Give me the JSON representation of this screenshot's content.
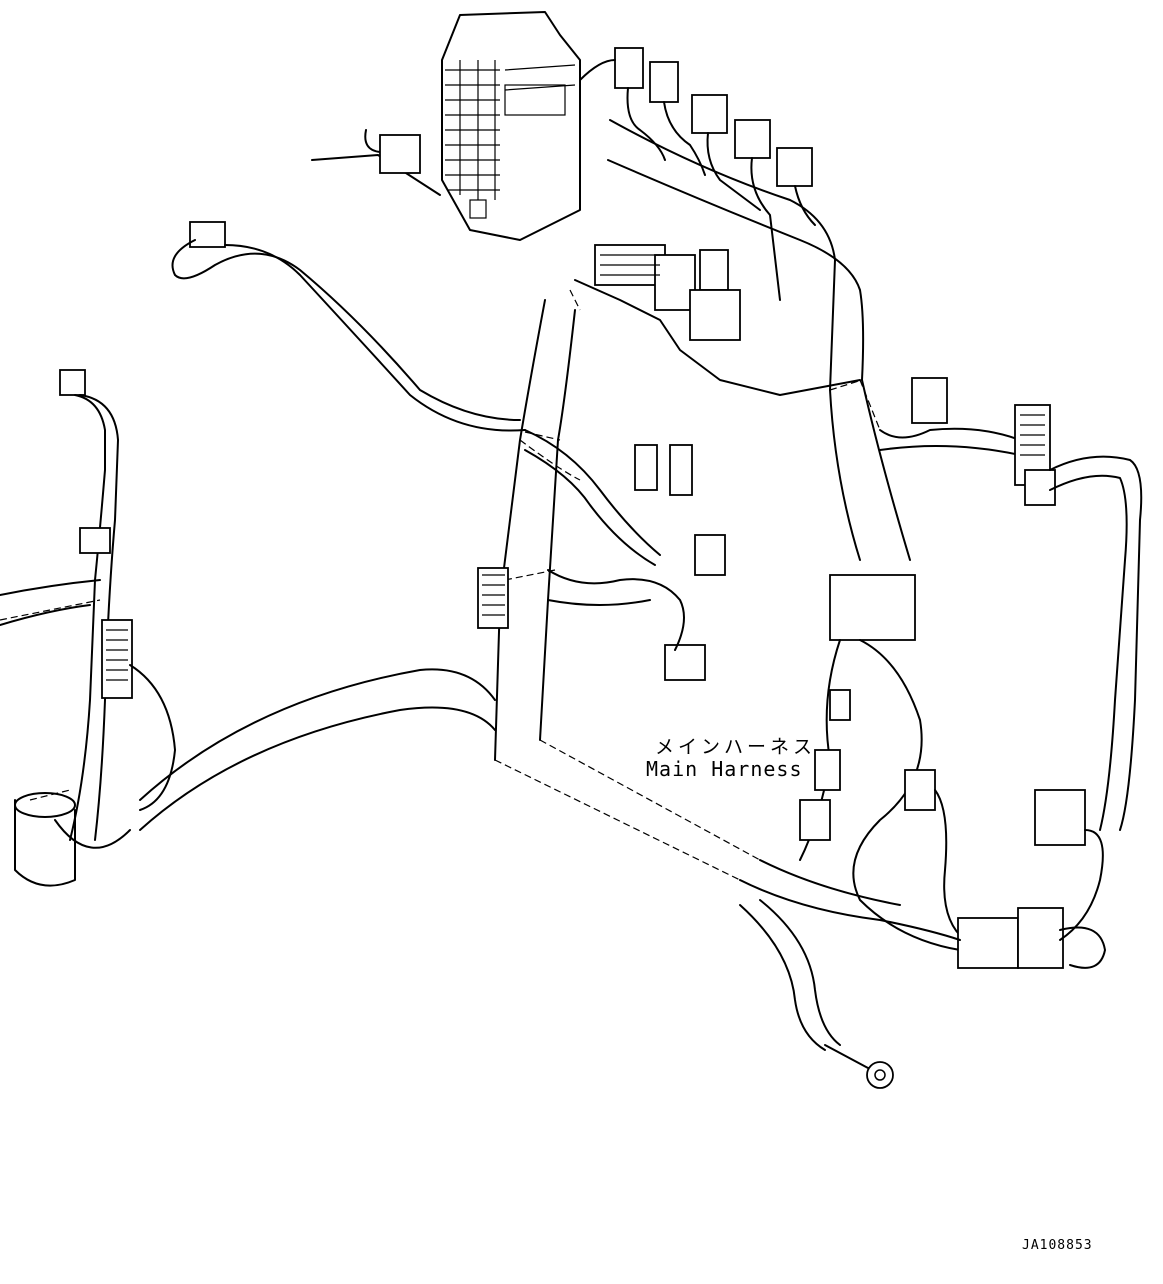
{
  "diagram": {
    "callout_label_jp": "メインハーネス",
    "callout_label_en": "Main Harness",
    "drawing_number": "JA108853"
  }
}
